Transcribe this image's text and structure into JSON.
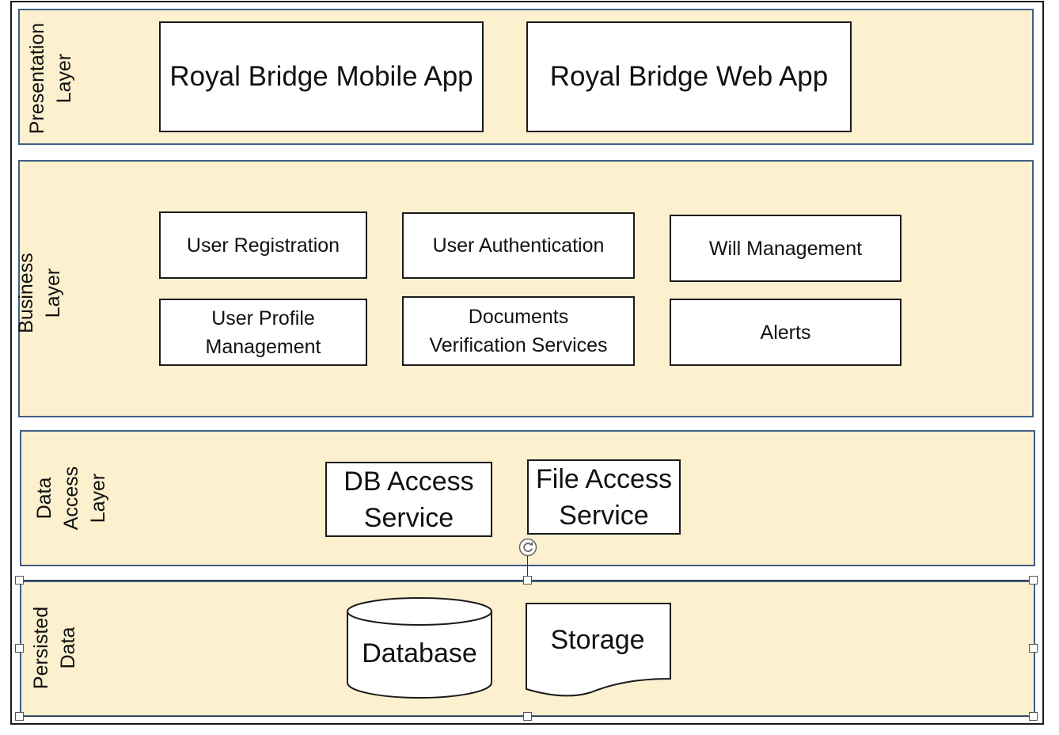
{
  "layers": {
    "presentation": {
      "label": "Presentation\nLayer",
      "boxes": [
        "Royal Bridge Mobile App",
        "Royal Bridge Web App"
      ]
    },
    "business": {
      "label": "Business Layer",
      "boxes": [
        "User Registration",
        "User Authentication",
        "Will Management",
        "User Profile\nManagement",
        "Documents\nVerification Services",
        "Alerts"
      ]
    },
    "data_access": {
      "label": "Data\nAccess\nLayer",
      "boxes": [
        "DB Access\nService",
        "File Access\nService"
      ]
    },
    "persisted": {
      "label": "Persisted\nData",
      "database": "Database",
      "storage": "Storage"
    }
  },
  "colors": {
    "layer_fill": "#fcf0cf",
    "layer_border": "#3f5f86",
    "box_border": "#1a1a1a"
  }
}
